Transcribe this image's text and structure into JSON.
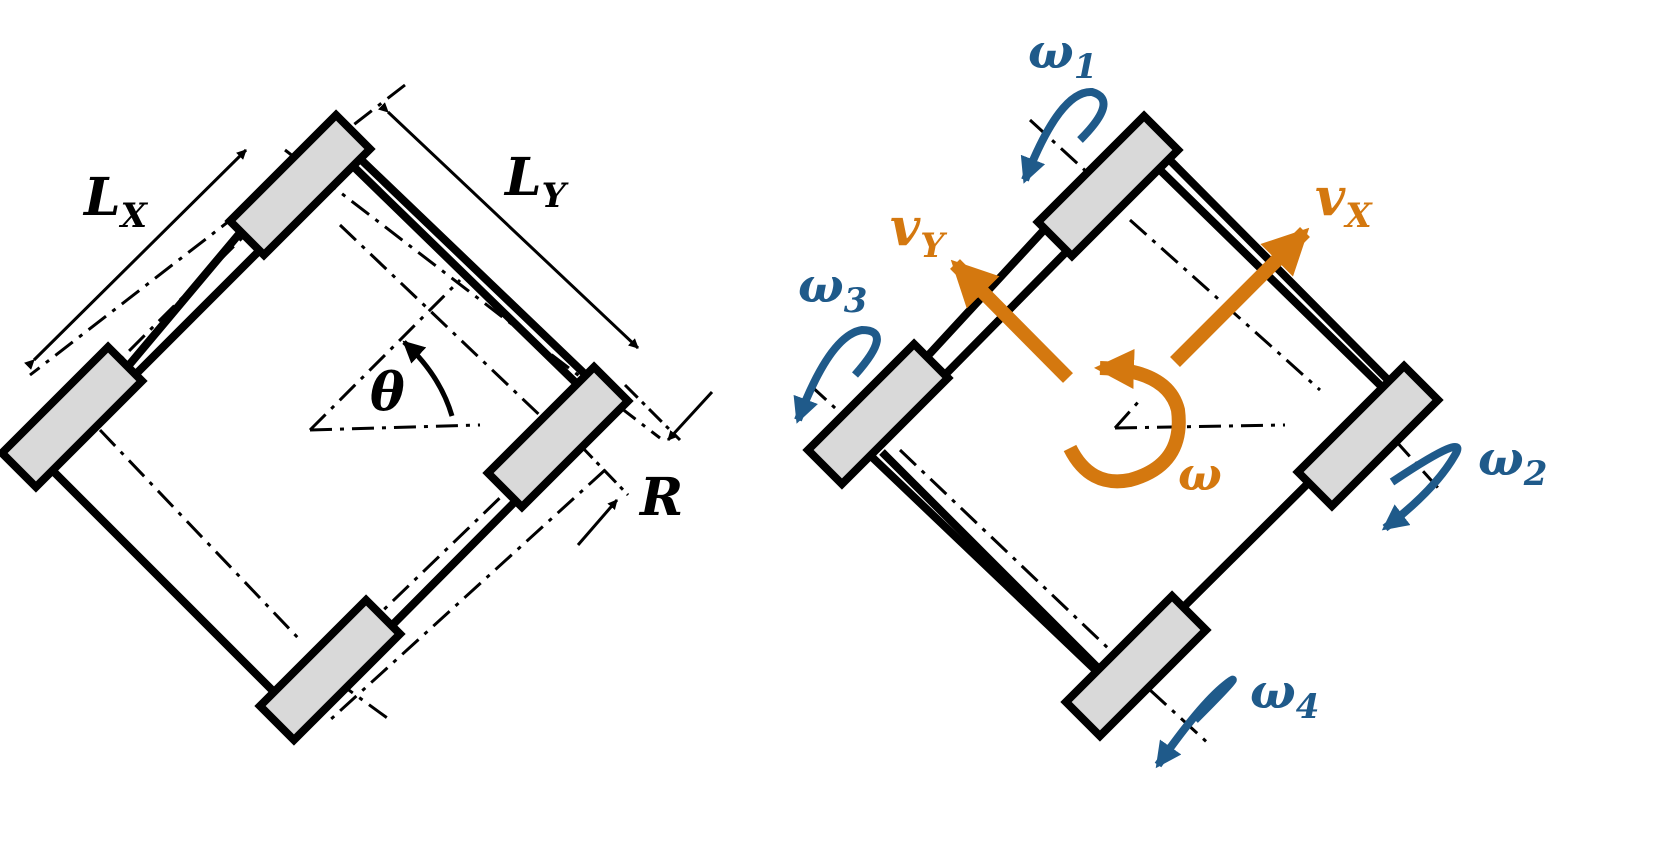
{
  "colors": {
    "outline": "#000000",
    "wheel_fill": "#d9d9d9",
    "wheel_speed": "#1f5a8a",
    "velocity": "#d4780f"
  },
  "left_diagram": {
    "labels": {
      "lx_main": "L",
      "lx_sub": "X",
      "ly_main": "L",
      "ly_sub": "Y",
      "theta": "θ",
      "radius": "R"
    }
  },
  "right_diagram": {
    "labels": {
      "w1_main": "ω",
      "w1_sub": "1",
      "w2_main": "ω",
      "w2_sub": "2",
      "w3_main": "ω",
      "w3_sub": "3",
      "w4_main": "ω",
      "w4_sub": "4",
      "vx_main": "v",
      "vx_sub": "X",
      "vy_main": "v",
      "vy_sub": "Y",
      "omega": "ω"
    }
  }
}
